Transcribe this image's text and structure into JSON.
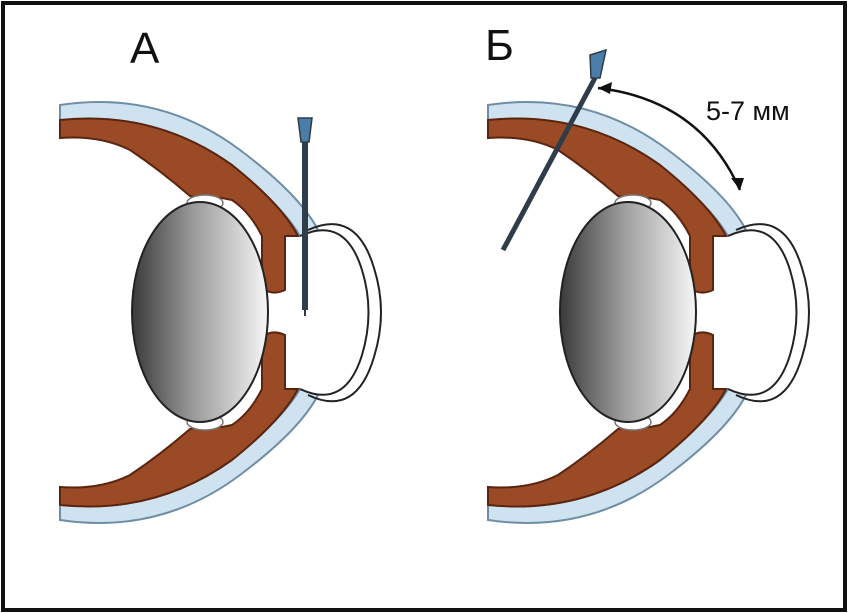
{
  "panels": [
    {
      "id": "a",
      "label": "А",
      "needle_position": "through-iris-vertical"
    },
    {
      "id": "b",
      "label": "Б",
      "needle_position": "through-pars-plana-oblique",
      "distance_label": "5-7 мм"
    }
  ],
  "colors": {
    "border": "#111111",
    "choroid": "#9b4a26",
    "choroid_outline": "#5a2510",
    "sclera_band": "#cfe2ef",
    "sclera_outline": "#6f8ea6",
    "lens_dark": "#3a3a3a",
    "lens_light": "#f4f4f4",
    "needle": "#2f3c49",
    "needle_hub": "#4a7ea8"
  }
}
